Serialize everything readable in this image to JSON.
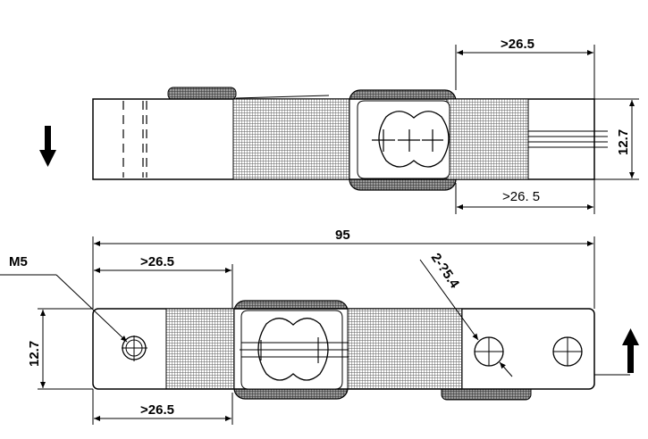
{
  "drawing": {
    "top_view": {
      "dim_top_right": ">26.5",
      "dim_bottom_right": ">26. 5",
      "dim_height": "12.7"
    },
    "bottom_view": {
      "dim_overall_length": "95",
      "dim_left_top": ">26.5",
      "dim_left_bottom": ">26.5",
      "dim_height": "12.7",
      "thread_label": "M5",
      "hole_label": "2-?5.4"
    },
    "icons": {
      "top_arrow": "arrow-down-icon",
      "bottom_arrow": "arrow-up-icon"
    },
    "colors": {
      "line": "#000000",
      "hatch": "#555555",
      "cap": "#3a3a3a"
    }
  }
}
